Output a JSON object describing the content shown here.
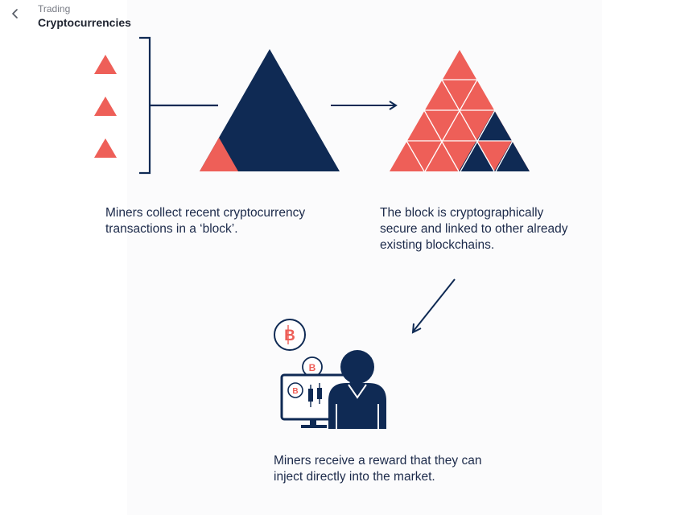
{
  "header": {
    "breadcrumb": "Trading",
    "title": "Cryptocurrencies",
    "back_icon": "chevron-left-icon"
  },
  "captions": {
    "step1": "Miners collect recent cryptocurrency transactions in a ‘block’.",
    "step2": "The block is cryptographically secure and linked to other already existing blockchains.",
    "step3": "Miners receive a reward that they can inject directly into the market."
  },
  "icons": {
    "coin_symbol": "B",
    "small_transactions": "triangle-icon",
    "block": "block-triangle-icon",
    "chain": "chain-triangle-grid-icon",
    "miner": "miner-person-icon",
    "monitor": "monitor-chart-icon"
  },
  "colors": {
    "navy": "#0f2a54",
    "coral": "#ee5f58",
    "text": "#1c2a4a"
  }
}
